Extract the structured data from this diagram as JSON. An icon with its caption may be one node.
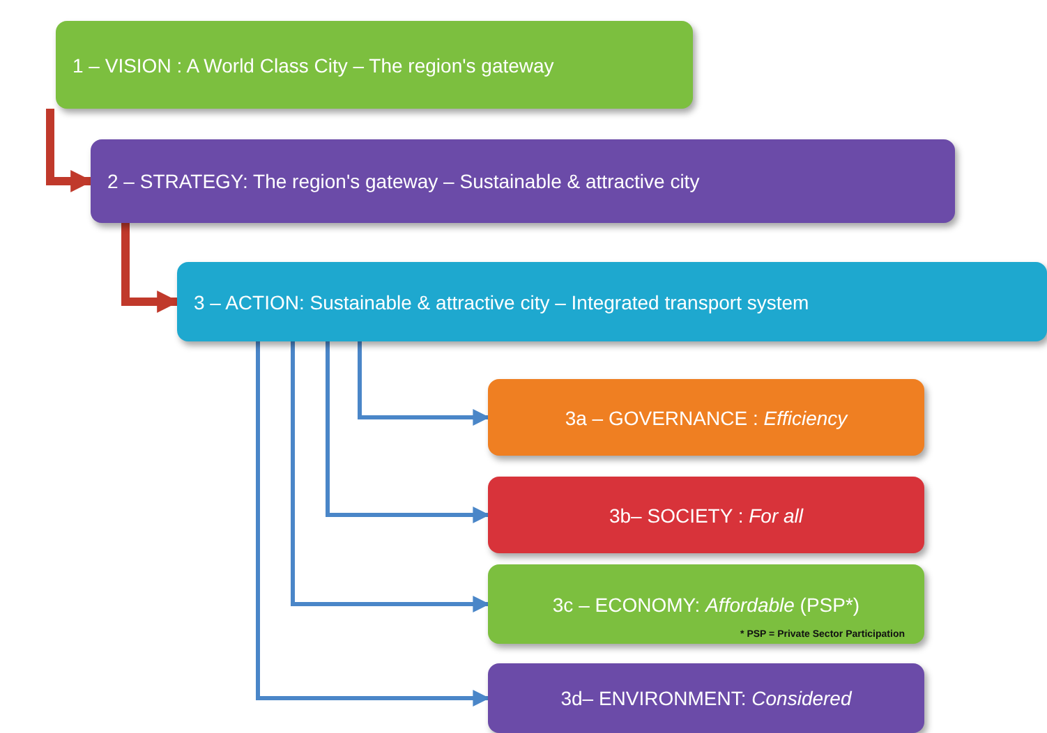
{
  "diagram": {
    "nodes": [
      {
        "text": [
          "1 – VISION : A World Class City – The region's gateway"
        ]
      },
      {
        "text": [
          "2 – STRATEGY: The region's gateway – Sustainable & attractive city"
        ]
      },
      {
        "text": [
          "3 – ACTION: Sustainable & attractive city – Integrated transport system"
        ]
      },
      {
        "text": [
          "3a – GOVERNANCE : *Efficiency*"
        ]
      },
      {
        "text": [
          "3b– SOCIETY : *For all*"
        ]
      },
      {
        "text": [
          "3c – ECONOMY: *Affordable* (PSP*)",
          "* PSP = Private Sector Participation"
        ]
      },
      {
        "text": [
          "3d– ENVIRONMENT: *Considered*"
        ]
      }
    ],
    "edges": [
      {
        "from": 0,
        "to": 1,
        "arrow": "to",
        "style": "thick",
        "color": "#c0392b"
      },
      {
        "from": 1,
        "to": 2,
        "arrow": "to",
        "style": "thick",
        "color": "#c0392b"
      },
      {
        "from": 2,
        "to": 3,
        "arrow": "to"
      },
      {
        "from": 2,
        "to": 4,
        "arrow": "to"
      },
      {
        "from": 2,
        "to": 5,
        "arrow": "to"
      },
      {
        "from": 2,
        "to": 6,
        "arrow": "to"
      }
    ]
  }
}
